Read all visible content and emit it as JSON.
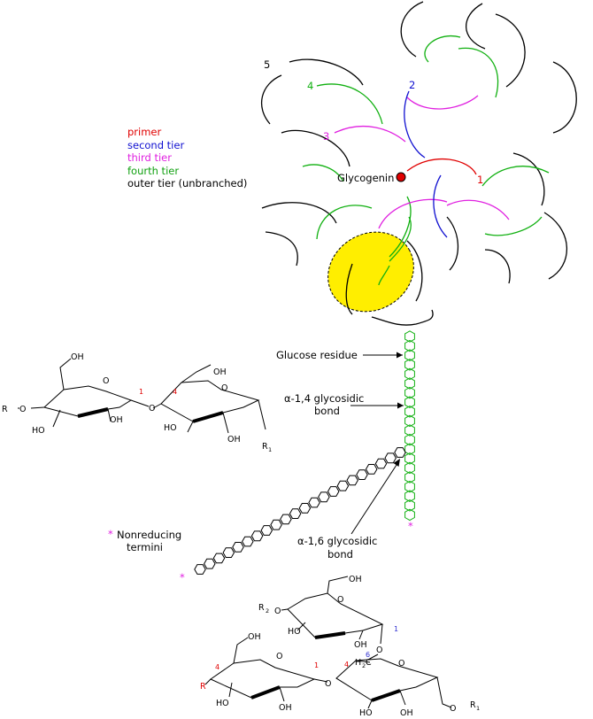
{
  "colors": {
    "primer": "#e00000",
    "second": "#1010d0",
    "third": "#e020e0",
    "fourth": "#10b010",
    "outer": "#000000",
    "highlight": "#ffee00"
  },
  "legend": {
    "primer": "primer",
    "second": "second tier",
    "third": "third tier",
    "fourth": "fourth tier",
    "outer": "outer tier (unbranched)"
  },
  "tier_numbers": {
    "t1": "1",
    "t2": "2",
    "t3": "3",
    "t4": "4",
    "t5": "5"
  },
  "glycogenin_label": "Glycogenin",
  "labels": {
    "glucose_residue": "Glucose residue",
    "alpha14_line1": "α-1,4 glycosidic",
    "alpha14_line2": "bond",
    "alpha16_line1": "α-1,6 glycosidic",
    "alpha16_line2": "bond",
    "nonreducing_star": "*",
    "nonreducing_line1": "Nonreducing",
    "nonreducing_line2": "termini",
    "star_green": "*",
    "star_black": "*"
  },
  "chem_top": {
    "oh1": "OH",
    "oh2": "OH",
    "oh3": "OH",
    "oh4": "OH",
    "oh5": "HO",
    "oh6": "HO",
    "r": "R",
    "o_ring1": "O",
    "o_ring2": "O",
    "o_link": "O",
    "o_r": "O",
    "c1": "1",
    "c4": "4",
    "r1": "R",
    "r1sub": "1"
  },
  "chem_bottom": {
    "oh_top": "OH",
    "r2": "R",
    "r2sub": "2",
    "o_r2": "O",
    "o_ring_top": "O",
    "ho_top1": "HO",
    "oh_top2": "OH",
    "c1_top": "1",
    "o_link16": "O",
    "h2c": "H",
    "h2c_sub": "2",
    "h2c_c": "C",
    "c6": "6",
    "oh_left": "OH",
    "r_left": "R",
    "c4_left": "4",
    "o_ring_left": "O",
    "c1_left": "1",
    "ho_left": "HO",
    "oh_left2": "OH",
    "o_link14": "O",
    "c4_right": "4",
    "o_ring_right": "O",
    "ho_right": "HO",
    "oh_right": "OH",
    "o_r1": "O",
    "r1": "R",
    "r1sub": "1"
  }
}
